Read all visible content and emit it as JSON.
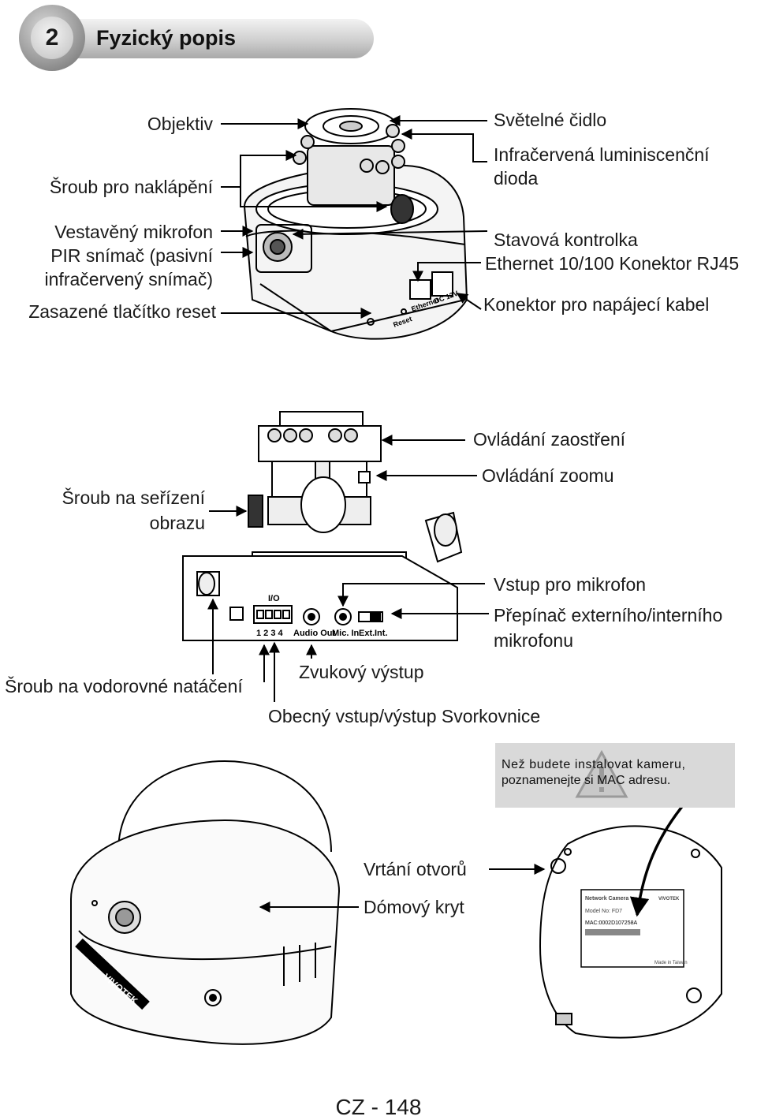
{
  "header": {
    "number": "2",
    "title": "Fyzický popis"
  },
  "figure1": {
    "left_labels": {
      "lens": "Objektiv",
      "tilt_screw": "Šroub pro naklápění",
      "mic_line": "Vestavěný mikrofon",
      "pir_line1": "PIR snímač (pasivní",
      "pir_line2": "infračervený snímač)",
      "reset": "Zasazené tlačítko reset"
    },
    "right_labels": {
      "light_sensor": "Světelné čidlo",
      "ir_led_line1": "Infračervená luminiscenční",
      "ir_led_line2": "dioda",
      "status_led": "Stavová kontrolka",
      "ethernet": "Ethernet 10/100 Konektor RJ45",
      "power": "Konektor pro napájecí kabel"
    },
    "port_labels": {
      "reset": "Reset",
      "ethernet": "Ethernet",
      "power": "DC 12V"
    }
  },
  "figure2": {
    "image_adjust_line1": "Šroub na seřízení",
    "image_adjust_line2": "obrazu",
    "focus": "Ovládání zaostření",
    "zoom": "Ovládání zoomu",
    "mic_in": "Vstup pro mikrofon",
    "switch_line1": "Přepínač externího/interního",
    "switch_line2": "mikrofonu",
    "pan_screw": "Šroub na vodorovné natáčení",
    "audio_out": "Zvukový výstup",
    "gpio": "Obecný vstup/výstup Svorkovnice",
    "panel": {
      "io": "I/O",
      "pins": "1 2 3 4",
      "audio_out": "Audio Out",
      "mic_in": "Mic. In",
      "ext": "Ext.",
      "int": "Int."
    }
  },
  "figure3": {
    "notice_line1": "Než budete instalovat kameru,",
    "notice_line2": "poznamenejte si MAC adresu.",
    "holes": "Vrtání otvorů",
    "dome": "Dómový kryt",
    "sticker": {
      "title": "Network Camera",
      "brand": "VIVOTEK",
      "model": "Model No: FD7",
      "mac": "MAC:0002D107258A",
      "origin": "Made in Taiwan"
    },
    "dome_brand": "VIVOTEK"
  },
  "page_number": "CZ - 148"
}
